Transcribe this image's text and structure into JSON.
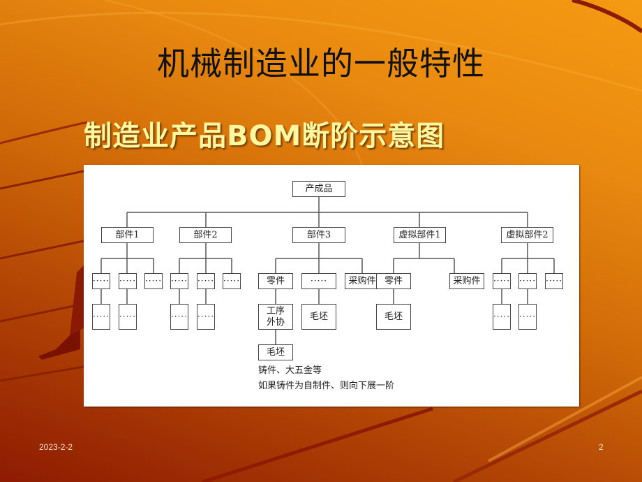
{
  "slide": {
    "title": "机械制造业的一般特性",
    "subtitle": "制造业产品BOM断阶示意图",
    "footer": {
      "date": "2023-2-2",
      "page_number": "2"
    }
  },
  "colors": {
    "background_top": "#f59a12",
    "background_bottom": "#8e1b02",
    "title_text": "#111111",
    "subtitle_text": "#fff6a0",
    "panel": "#ffffff"
  },
  "diagram": {
    "root": "产成品",
    "level1": [
      "部件1",
      "部件2",
      "部件3",
      "虚拟部件1",
      "虚拟部件2"
    ],
    "part1": {
      "children": [
        "……",
        "……",
        "……"
      ],
      "grandchildren": [
        "……",
        "……"
      ]
    },
    "part2": {
      "children": [
        "……",
        "……",
        "……"
      ],
      "grandchildren": [
        "……",
        "……"
      ]
    },
    "part3": {
      "children": [
        "零件",
        "……",
        "采购件"
      ],
      "lingjian_child": "工序外协",
      "lingjian_child_line1": "工序",
      "lingjian_child_line2": "外协",
      "waixie_child": "毛坯",
      "dots_child": "毛坯"
    },
    "virtual1": {
      "children": [
        "零件",
        "采购件"
      ],
      "lingjian_child": "毛坯"
    },
    "virtual2": {
      "children": [
        "……",
        "……",
        "……"
      ],
      "grandchildren": [
        "……",
        "……"
      ]
    },
    "notes": [
      "铸件、大五金等",
      "如果铸件为自制件、则向下展一阶"
    ],
    "dot_glyph": "·····"
  }
}
